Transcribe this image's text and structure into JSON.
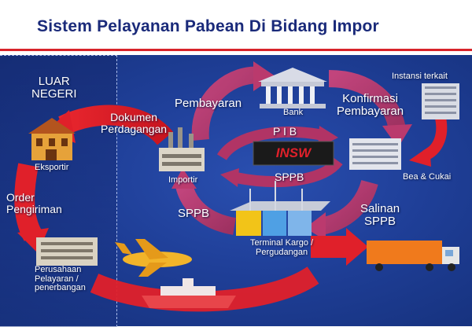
{
  "title": "Sistem Pelayanan Pabean Di Bidang Impor",
  "region_label": "LUAR\nNEGERI",
  "nodes": {
    "eksportir": "Eksportir",
    "importir": "Importir",
    "bank": "Bank",
    "instansi": "Instansi terkait",
    "bea_cukai": "Bea & Cukai",
    "terminal": "Terminal Kargo /\nPergudangan",
    "perusahaan": "Perusahaan\nPelayaran /\npenerbangan"
  },
  "flows": {
    "dokumen": "Dokumen\nPerdagangan",
    "order": "Order\nPengiriman",
    "pembayaran": "Pembayaran",
    "konfirmasi": "Konfirmasi\nPembayaran",
    "pib": "P I B",
    "sppb_center": "SPPB",
    "sppb_left": "SPPB",
    "salinan": "Salinan\nSPPB"
  },
  "logo_text": "INSW",
  "colors": {
    "title": "#1a2a7a",
    "accent_line": "#d8232a",
    "arrow_red": "#e0202a",
    "arrow_pink": "#c83a6a",
    "background": "#1f3f98"
  }
}
